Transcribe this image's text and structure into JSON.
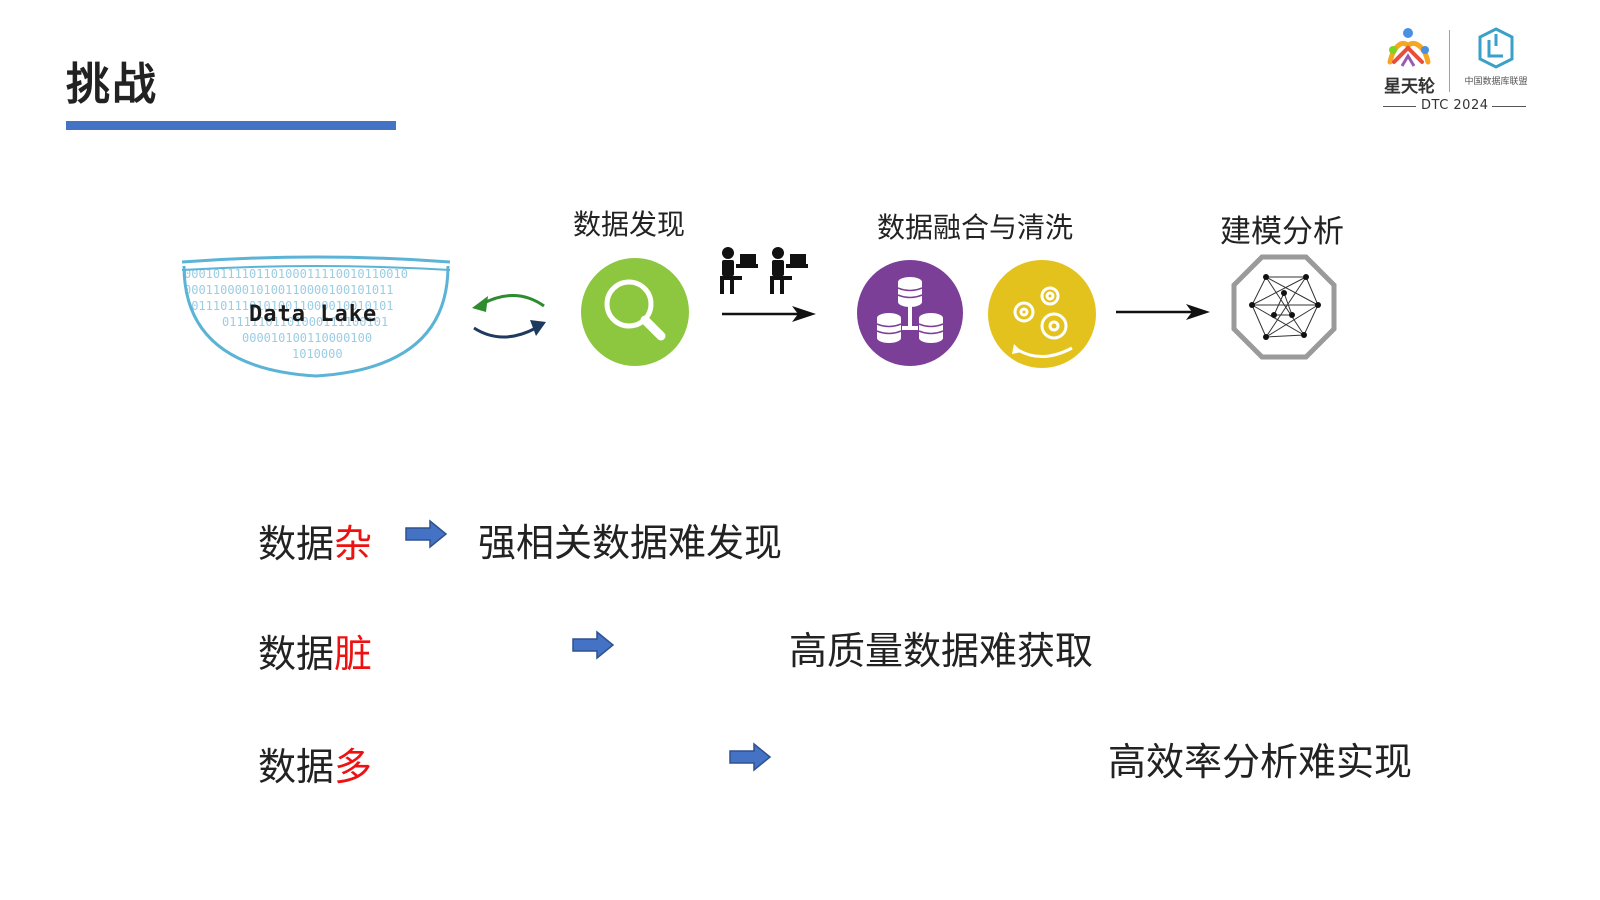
{
  "header": {
    "title": "挑战"
  },
  "logos": {
    "brand_name": "星天轮",
    "alliance_name": "中国数据库联盟",
    "event": "DTC 2024"
  },
  "pipeline": {
    "lake_label": "Data Lake",
    "lake_binary": [
      "0001011110110100011110010110010",
      "00011000010100110000100101011",
      "10111011101010011000010010101",
      "01111101101000111100101",
      "000010100110000100",
      "1010000"
    ],
    "stages": [
      {
        "label": "数据发现",
        "icon": "magnifier-icon",
        "color": "#8dc63f"
      },
      {
        "label": "数据融合与清洗",
        "icon": "database-icon",
        "color": "#7b3f98"
      },
      {
        "label": "",
        "icon": "gears-icon",
        "color": "#e4c21e"
      },
      {
        "label": "建模分析",
        "icon": "network-graph-icon",
        "color": "#ffffff"
      }
    ]
  },
  "challenges": [
    {
      "prefix": "数据",
      "keyword": "杂",
      "result": "强相关数据难发现"
    },
    {
      "prefix": "数据",
      "keyword": "脏",
      "result": "高质量数据难获取"
    },
    {
      "prefix": "数据",
      "keyword": "多",
      "result": "高效率分析难实现"
    }
  ],
  "colors": {
    "accent_bar": "#4472c4",
    "keyword": "#ee1111",
    "arrow": "#4472c4"
  }
}
